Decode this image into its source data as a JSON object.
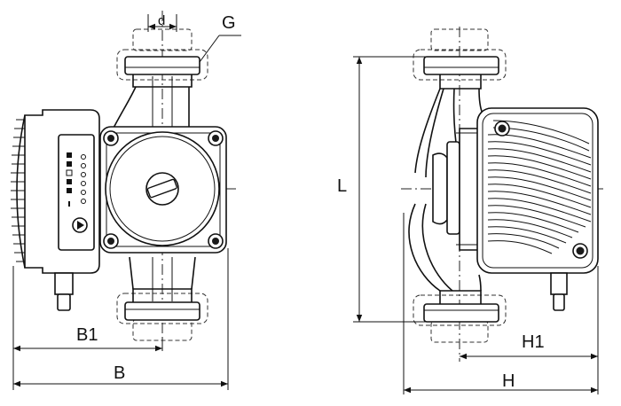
{
  "labels": {
    "d": "d",
    "G": "G",
    "L": "L",
    "B1": "B1",
    "B": "B",
    "H1": "H1",
    "H": "H"
  },
  "colors": {
    "line": "#111111",
    "background": "#ffffff"
  },
  "icons": [
    "play-icon",
    "led-indicator-icon",
    "screw-icon"
  ]
}
